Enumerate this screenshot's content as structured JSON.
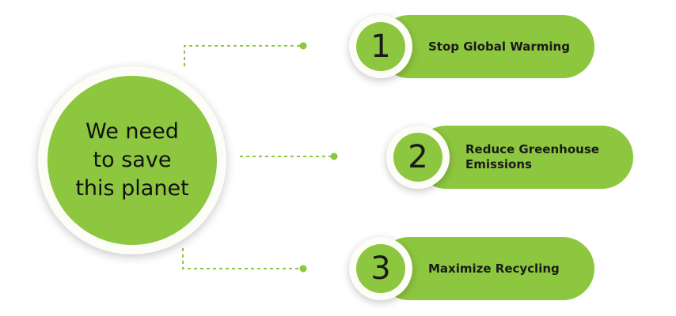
{
  "colors": {
    "accent": "#8dc63f",
    "ring": "#fdfdf8",
    "text": "#1a1a1a",
    "connector": "#8dc63f"
  },
  "hub": {
    "title": "We need to save this planet"
  },
  "items": [
    {
      "number": "1",
      "label": "Stop Global Warming"
    },
    {
      "number": "2",
      "label": "Reduce Greenhouse Emissions"
    },
    {
      "number": "3",
      "label": "Maximize Recycling"
    }
  ]
}
